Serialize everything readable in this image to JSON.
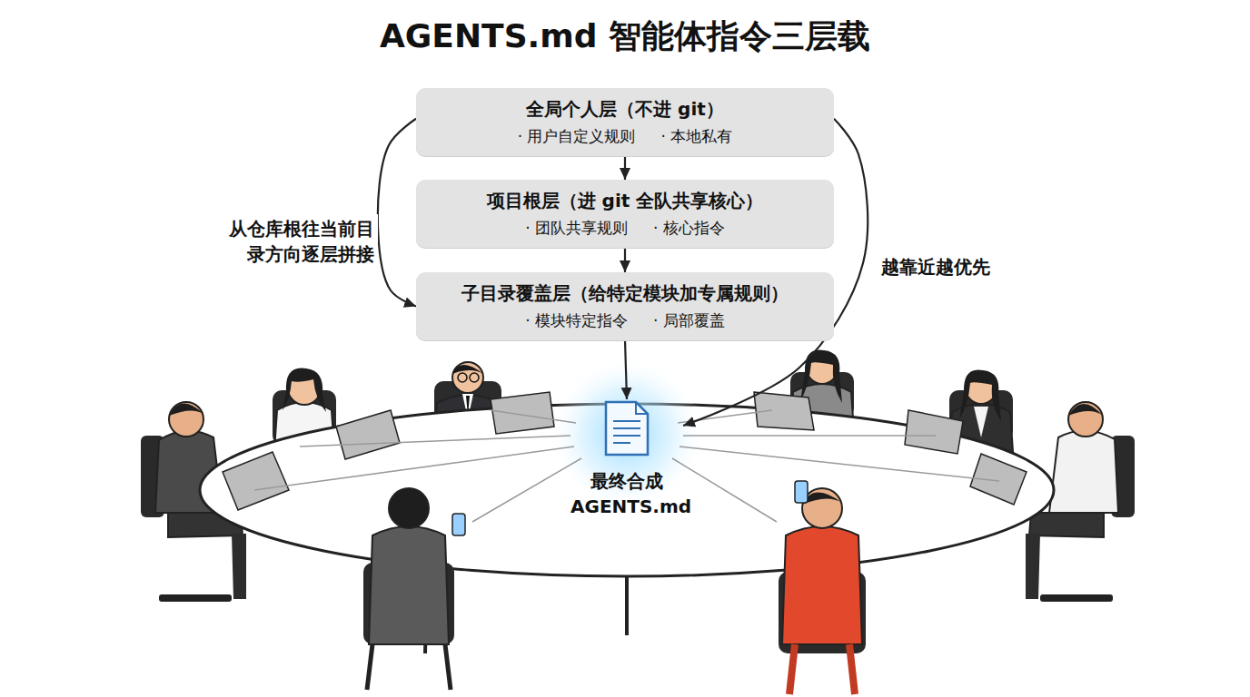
{
  "diagram": {
    "title": "AGENTS.md 智能体指令三层载",
    "nodes": [
      {
        "text": [
          "全局个人层（不进 git）",
          "· 用户自定义规则",
          "· 本地私有"
        ]
      },
      {
        "text": [
          "项目根层（进 git 全队共享核心）",
          "· 团队共享规则",
          "· 核心指令"
        ]
      },
      {
        "text": [
          "子目录覆盖层（给特定模块加专属规则）",
          "· 模块特定指令",
          "· 局部覆盖"
        ]
      },
      {
        "text": [
          "最终合成 AGENTS.md"
        ]
      }
    ],
    "edges": [
      {
        "from": 0,
        "to": 1,
        "arrow": "to"
      },
      {
        "from": 1,
        "to": 2,
        "arrow": "to"
      },
      {
        "from": 2,
        "to": 3,
        "arrow": "to"
      },
      {
        "from": 0,
        "to": 2,
        "arrow": "to",
        "label": "从仓库根往当前目录方向逐层拼接"
      },
      {
        "from": 0,
        "to": 3,
        "arrow": "to",
        "label": "越靠近越优先"
      }
    ]
  }
}
